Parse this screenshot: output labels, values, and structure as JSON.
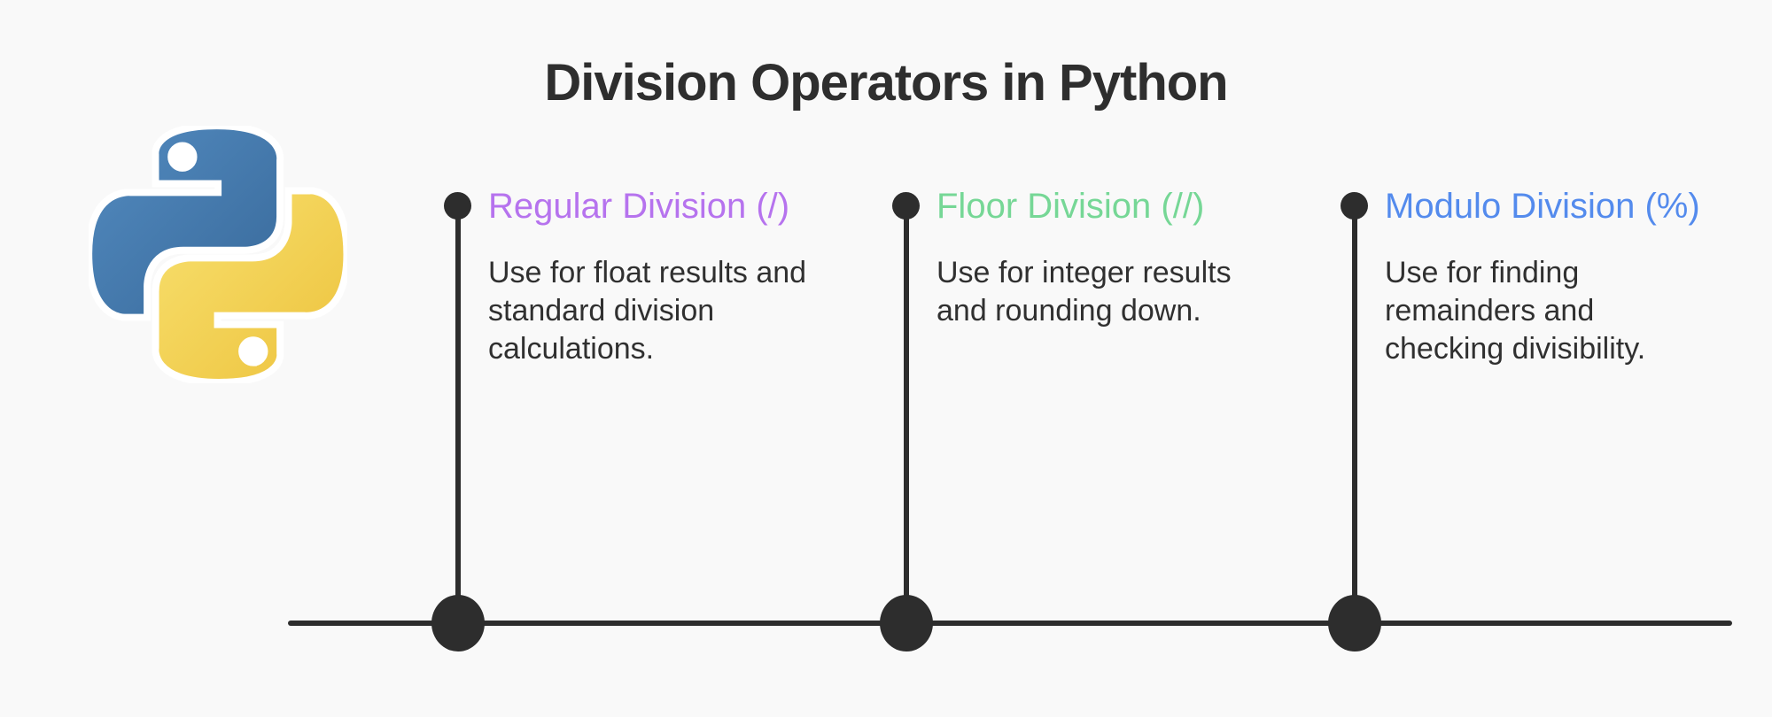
{
  "page": {
    "title": "Division Operators in Python",
    "background_color": "#f9f9f9",
    "line_color": "#2d2d2d"
  },
  "logo": {
    "name": "python-logo",
    "blue": "#4e87be",
    "blue_dark": "#366994",
    "yellow": "#f8e06e",
    "yellow_dark": "#edc23c"
  },
  "items": [
    {
      "heading": "Regular Division (/)",
      "heading_color": "#b673ee",
      "body": "Use for float results and\nstandard division\ncalculations."
    },
    {
      "heading": "Floor Division (//)",
      "heading_color": "#76d796",
      "body": "Use for integer results\nand rounding down."
    },
    {
      "heading": "Modulo Division (%)",
      "heading_color": "#548bed",
      "body": "Use for finding\nremainders and\nchecking divisibility."
    }
  ]
}
